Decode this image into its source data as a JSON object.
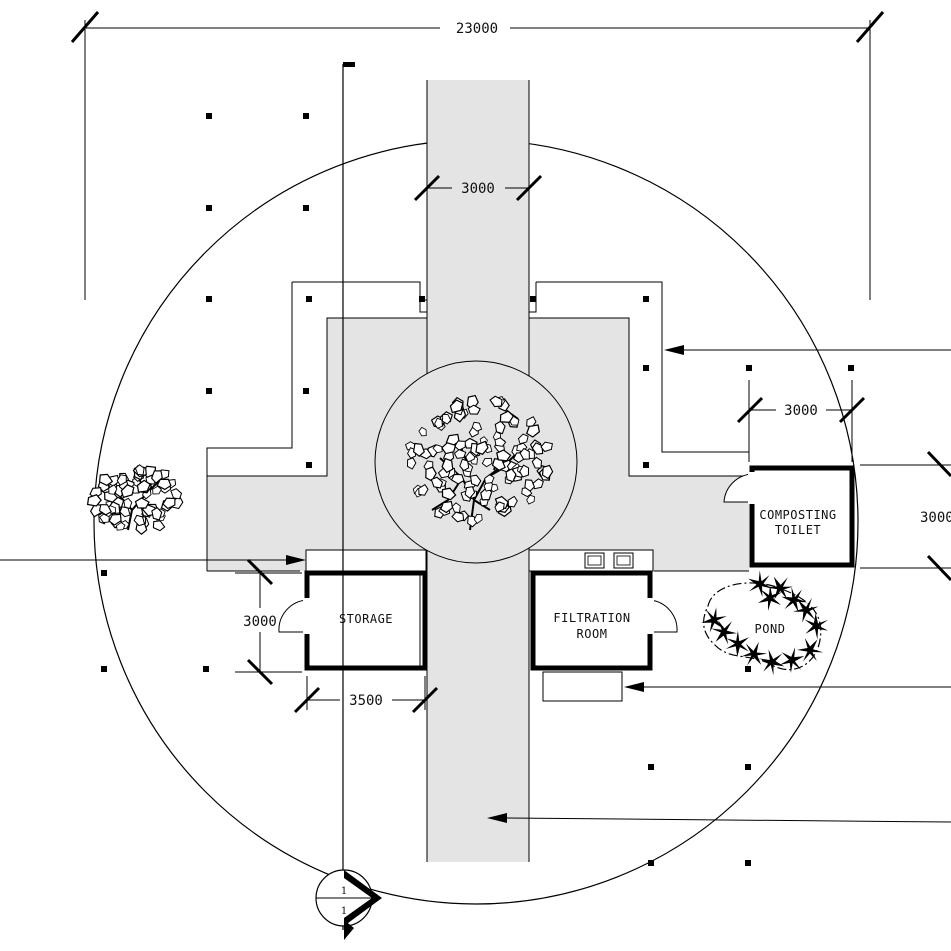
{
  "dimensions": {
    "overall_width": "23000",
    "path_width": "3000",
    "toilet_width": "3000",
    "toilet_height": "3000",
    "storage_depth": "3000",
    "storage_width": "3500"
  },
  "rooms": {
    "storage": "STORAGE",
    "filtration_line1": "FILTRATION",
    "filtration_line2": "ROOM",
    "toilet_line1": "COMPOSTING",
    "toilet_line2": "TOILET",
    "pond": "POND"
  },
  "section_marker": {
    "top": "1",
    "bottom": "1"
  },
  "colors": {
    "paving": "#e4e4e4",
    "line": "#000000",
    "background": "#ffffff"
  }
}
